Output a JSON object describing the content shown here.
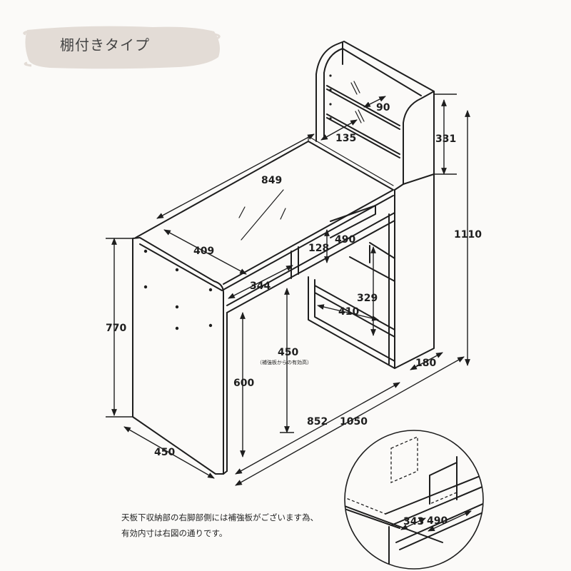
{
  "header": {
    "title": "棚付きタイプ"
  },
  "note": {
    "line1": "天板下収納部の右脚部側には補強板がございます為、",
    "line2": "有効内寸は右図の通りです。"
  },
  "dimensions": {
    "d90": "90",
    "d135": "135",
    "d331": "331",
    "d849": "849",
    "d1110": "1110",
    "d409": "409",
    "d128": "128",
    "d490": "490",
    "d344": "344",
    "d329": "329",
    "d410": "410",
    "d770": "770",
    "d450h": "450",
    "d450h_note": "（補強板からの有効高）",
    "d600": "600",
    "d180": "180",
    "d852": "852",
    "d1050": "1050",
    "d450": "450"
  },
  "detail": {
    "d343": "343",
    "d490": "490"
  },
  "colors": {
    "line": "#1e1e1e",
    "badge": "#e3dcd6",
    "background": "#fbfaf8"
  }
}
